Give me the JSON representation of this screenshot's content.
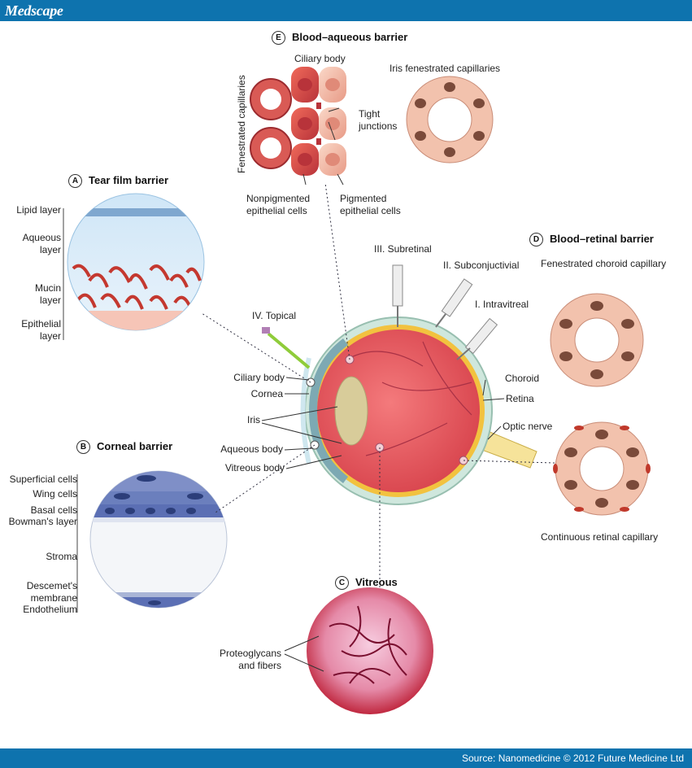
{
  "header": {
    "brand": "Medscape"
  },
  "footer": {
    "source": "Source: Nanomedicine © 2012 Future Medicine Ltd"
  },
  "panels": {
    "E": {
      "letter": "E",
      "title": "Blood–aqueous barrier",
      "ciliary_body": "Ciliary body",
      "fenestrated_capillaries": "Fenestrated capillaries",
      "tight_junctions_1": "Tight",
      "tight_junctions_2": "junctions",
      "nonpig_1": "Nonpigmented",
      "nonpig_2": "epithelial cells",
      "pig_1": "Pigmented",
      "pig_2": "epithelial cells",
      "iris_cap": "Iris fenestrated capillaries"
    },
    "A": {
      "letter": "A",
      "title": "Tear film barrier",
      "lipid": "Lipid layer",
      "aqueous_1": "Aqueous",
      "aqueous_2": "layer",
      "mucin_1": "Mucin",
      "mucin_2": "layer",
      "epithelial_1": "Epithelial",
      "epithelial_2": "layer"
    },
    "B": {
      "letter": "B",
      "title": "Corneal barrier",
      "superficial": "Superficial cells",
      "wing": "Wing cells",
      "basal": "Basal cells",
      "bowman": "Bowman's layer",
      "stroma": "Stroma",
      "descemet_1": "Descemet's",
      "descemet_2": "membrane",
      "endothelium": "Endothelium"
    },
    "C": {
      "letter": "C",
      "title": "Vitreous",
      "proteo_1": "Proteoglycans",
      "proteo_2": "and fibers"
    },
    "D": {
      "letter": "D",
      "title": "Blood–retinal barrier",
      "fenestrated_choroid": "Fenestrated choroid capillary",
      "continuous": "Continuous retinal capillary"
    }
  },
  "eye": {
    "subretinal": "III. Subretinal",
    "subconj": "II. Subconjuctivial",
    "intravitreal": "I. Intravitreal",
    "topical": "IV. Topical",
    "ciliary_body": "Ciliary body",
    "cornea": "Cornea",
    "iris": "Iris",
    "aqueous_body": "Aqueous body",
    "vitreous_body": "Vitreous body",
    "choroid": "Choroid",
    "retina": "Retina",
    "optic_nerve": "Optic nerve"
  },
  "colors": {
    "brand_bar": "#0e73ae",
    "eye_red": "#e4545c",
    "capillary_pink": "#f2c2ad",
    "vitreous_red": "#c8324a"
  }
}
